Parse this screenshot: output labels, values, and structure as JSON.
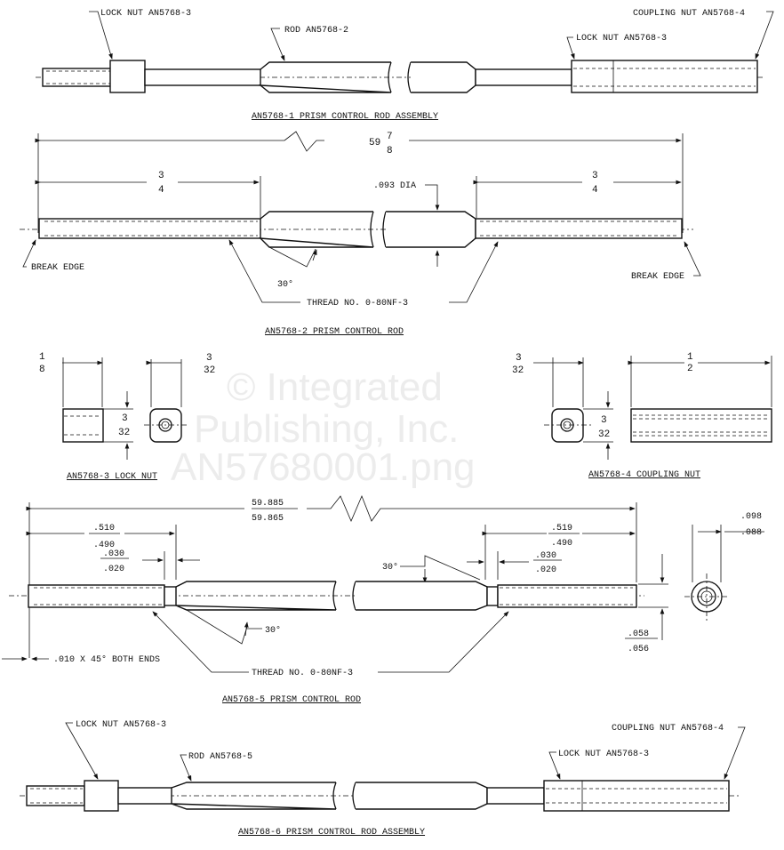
{
  "watermark": {
    "line1": "© Integrated",
    "line2": "Publishing, Inc.",
    "line3": "AN57680001.png"
  },
  "assembly1": {
    "title": "AN5768-1 PRISM CONTROL ROD ASSEMBLY",
    "lock_nut_left": "LOCK NUT AN5768-3",
    "rod": "ROD AN5768-2",
    "coupling_nut": "COUPLING NUT AN5768-4",
    "lock_nut_right": "LOCK NUT AN5768-3"
  },
  "rod2": {
    "title": "AN5768-2 PRISM CONTROL ROD",
    "overall_whole": "59",
    "overall_num": "7",
    "overall_den": "8",
    "left_num": "3",
    "left_den": "4",
    "right_num": "3",
    "right_den": "4",
    "dia": ".093 DIA",
    "break_edge_left": "BREAK EDGE",
    "break_edge_right": "BREAK EDGE",
    "angle": "30°",
    "thread": "THREAD NO. 0-80NF-3"
  },
  "lock_nut": {
    "title": "AN5768-3 LOCK NUT",
    "length_num": "1",
    "length_den": "8",
    "width_num": "3",
    "width_den": "32",
    "height_num": "3",
    "height_den": "32"
  },
  "coupling_nut": {
    "title": "AN5768-4 COUPLING NUT",
    "width_num": "3",
    "width_den": "32",
    "height_num": "3",
    "height_den": "32",
    "length_num": "1",
    "length_den": "2"
  },
  "rod5": {
    "title": "AN5768-5 PRISM CONTROL ROD",
    "overall_max": "59.885",
    "overall_min": "59.865",
    "left_thread_max": ".510",
    "left_thread_min": ".490",
    "left_neck_max": ".030",
    "left_neck_min": ".020",
    "right_thread_max": ".519",
    "right_thread_min": ".490",
    "right_neck_max": ".030",
    "right_neck_min": ".020",
    "angle_top": "30°",
    "angle_bottom": "30°",
    "dia_max": ".098",
    "dia_min": ".088",
    "thread_dia_max": ".058",
    "thread_dia_min": ".056",
    "chamfer": ".010 X 45° BOTH ENDS",
    "thread": "THREAD NO. 0-80NF-3"
  },
  "assembly6": {
    "title": "AN5768-6 PRISM CONTROL ROD ASSEMBLY",
    "lock_nut_left": "LOCK NUT AN5768-3",
    "rod": "ROD AN5768-5",
    "coupling_nut": "COUPLING NUT AN5768-4",
    "lock_nut_right": "LOCK NUT AN5768-3"
  }
}
